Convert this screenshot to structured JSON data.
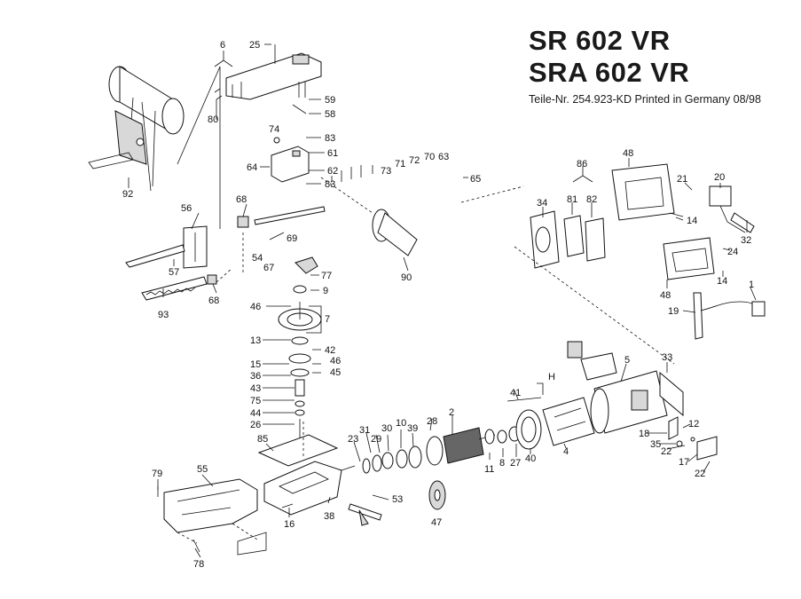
{
  "title": {
    "line1": "SR 602 VR",
    "line2": "SRA 602 VR",
    "subtitle": "Teile-Nr. 254.923-KD  Printed in Germany  08/98"
  },
  "callouts": {
    "c1": "1",
    "c2": "2",
    "c4": "4",
    "c5": "5",
    "c6": "6",
    "c7": "7",
    "c8": "8",
    "c9": "9",
    "c10": "10",
    "c11": "11",
    "c12": "12",
    "c13": "13",
    "c14a": "14",
    "c14b": "14",
    "c15": "15",
    "c16": "16",
    "c17": "17",
    "c18": "18",
    "c19": "19",
    "c20": "20",
    "c21": "21",
    "c22a": "22",
    "c22b": "22",
    "c23": "23",
    "c24": "24",
    "c25": "25",
    "c26": "26",
    "c27": "27",
    "c28": "28",
    "c29": "29",
    "c30": "30",
    "c31": "31",
    "c32": "32",
    "c33": "33",
    "c34": "34",
    "c35": "35",
    "c36": "36",
    "c38": "38",
    "c39": "39",
    "c40": "40",
    "c41": "41",
    "c42": "42",
    "c43": "43",
    "c44": "44",
    "c45": "45",
    "c46a": "46",
    "c46b": "46",
    "c47": "47",
    "c48a": "48",
    "c48b": "48",
    "c53": "53",
    "c54": "54",
    "c55": "55",
    "c56": "56",
    "c57": "57",
    "c58": "58",
    "c59": "59",
    "c61": "61",
    "c62": "62",
    "c63": "63",
    "c64": "64",
    "c65": "65",
    "c67": "67",
    "c68a": "68",
    "c68b": "68",
    "c69": "69",
    "c70": "70",
    "c71": "71",
    "c72": "72",
    "c73": "73",
    "c74": "74",
    "c75": "75",
    "c77": "77",
    "c78": "78",
    "c79": "79",
    "c80": "80",
    "c81": "81",
    "c82": "82",
    "c83a": "83",
    "c83b": "83",
    "c85": "85",
    "c86": "86",
    "c90": "90",
    "c92": "92",
    "c93": "93",
    "cH": "H"
  }
}
